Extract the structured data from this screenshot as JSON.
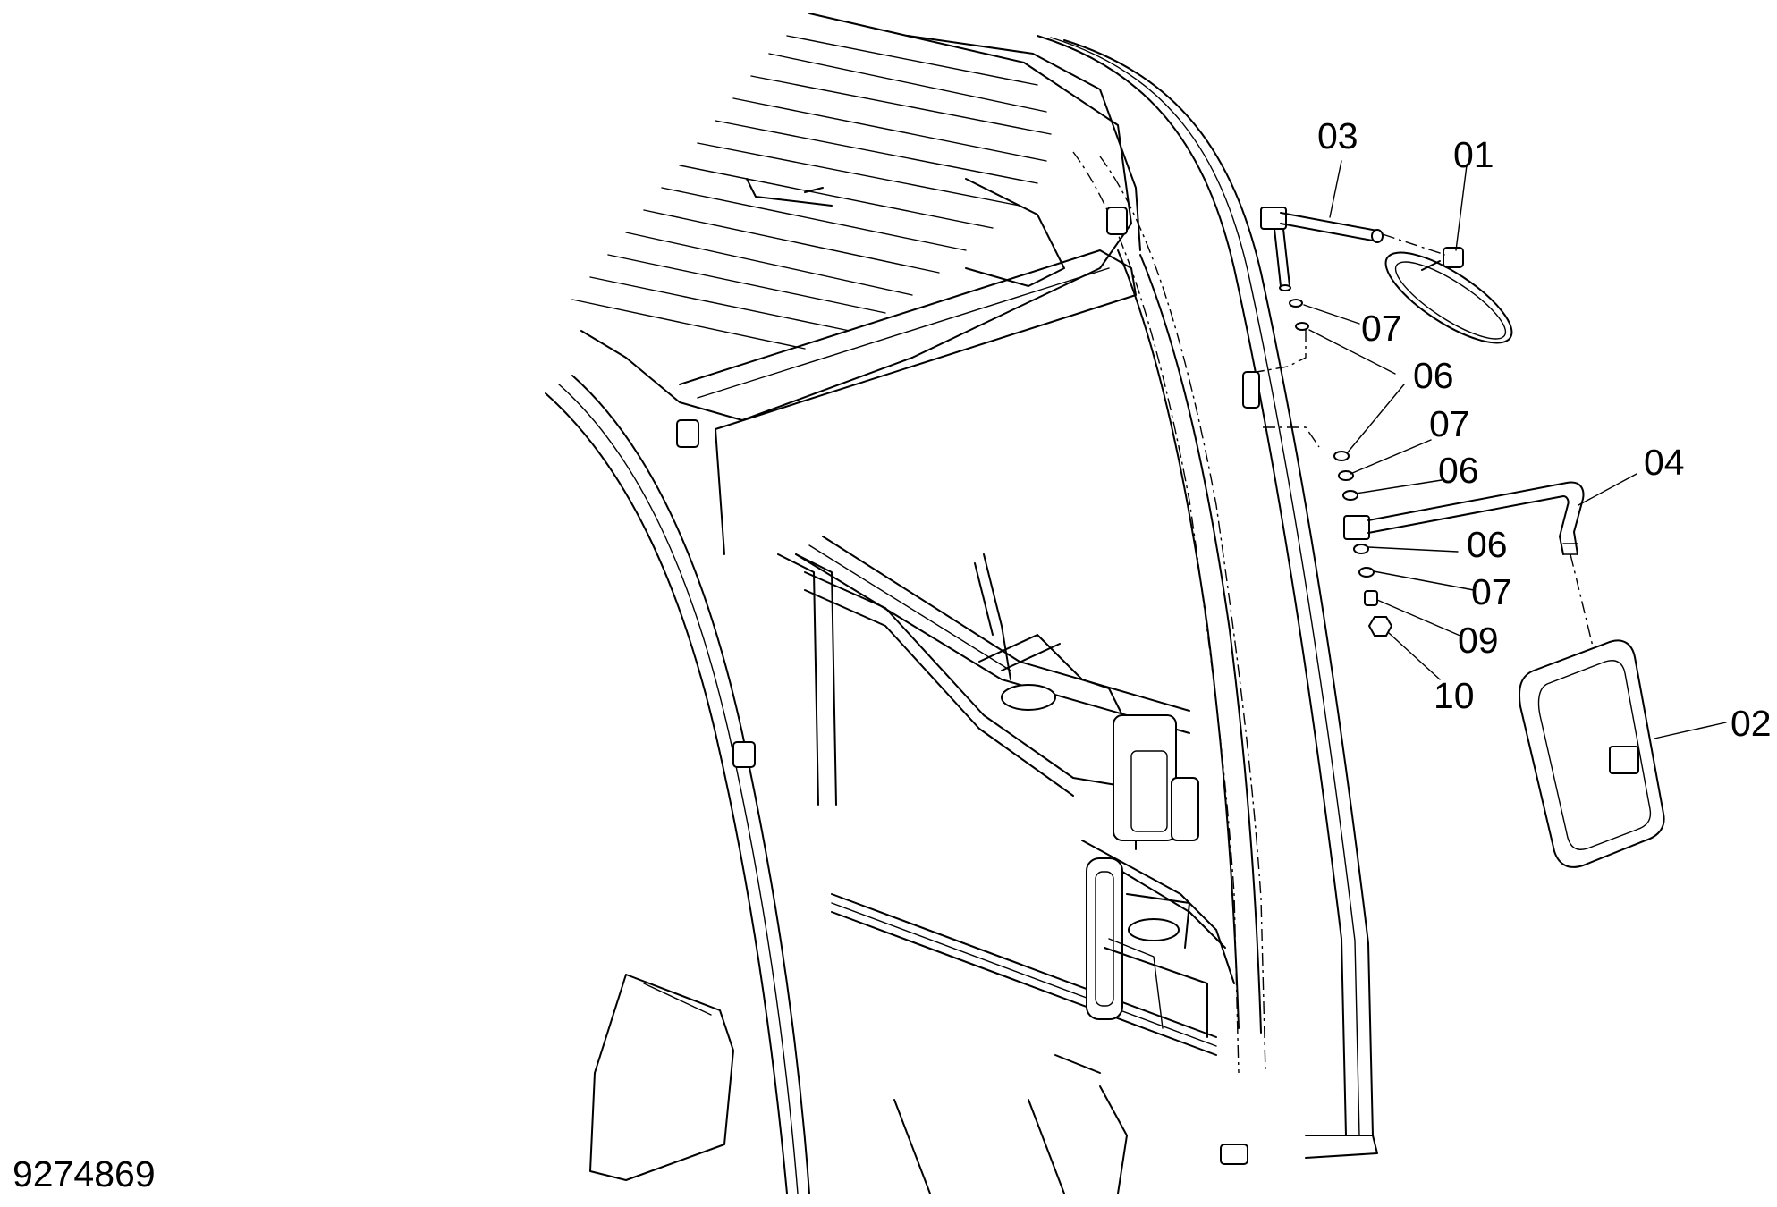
{
  "drawing_number": "9274869",
  "callouts": [
    {
      "id": "label-03",
      "text": "03"
    },
    {
      "id": "label-01",
      "text": "01"
    },
    {
      "id": "label-07a",
      "text": "07"
    },
    {
      "id": "label-06a",
      "text": "06"
    },
    {
      "id": "label-07b",
      "text": "07"
    },
    {
      "id": "label-06b",
      "text": "06"
    },
    {
      "id": "label-04",
      "text": "04"
    },
    {
      "id": "label-06c",
      "text": "06"
    },
    {
      "id": "label-07c",
      "text": "07"
    },
    {
      "id": "label-09",
      "text": "09"
    },
    {
      "id": "label-10",
      "text": "10"
    },
    {
      "id": "label-02",
      "text": "02"
    }
  ]
}
